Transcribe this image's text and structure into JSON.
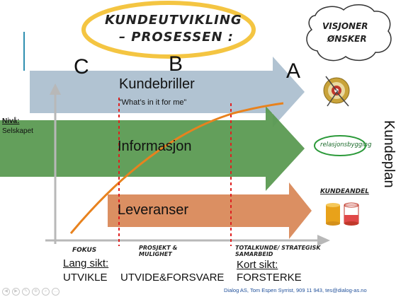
{
  "title": {
    "line1": "KUNDEUTVIKLING",
    "line2": "– PROSESSEN :"
  },
  "vision_cloud": {
    "line1": "VISJONER",
    "line2": "ØNSKER"
  },
  "phases": {
    "c": "C",
    "b": "B",
    "a": "A"
  },
  "level": {
    "label": "Nivå:",
    "value": "Selskapet"
  },
  "arrows": [
    {
      "label": "Kundebriller",
      "sublabel": "”What’s in it for me”",
      "color": "#a9bccd"
    },
    {
      "label": "Informasjon",
      "color": "#5b9a52"
    },
    {
      "label": "Leveranser",
      "color": "#d9895a"
    }
  ],
  "right_vertical": "Kundeplan",
  "icons": {
    "relation_badge": "relasjonsbygging",
    "share_label": "KUNDEANDEL"
  },
  "axis_labels": {
    "fokus": "FOKUS",
    "prosjekt": "PROSJEKT & MULIGHET",
    "totalkunde": "TOTALKUNDE/ STRATEGISK SAMARBEID"
  },
  "bottom": {
    "lang_sikt": "Lang sikt:",
    "utvikle": "UTVIKLE",
    "utvide": "UTVIDE&FORSVARE",
    "kort_sikt": "Kort sikt:",
    "forsterke": "FORSTERKE"
  },
  "footer": "Dialog AS, Tom Espen Syrrist, 909 11 943, tes@dialog-as.no",
  "colors": {
    "title_ellipse": "#f4c542",
    "dashed_line": "#e02020",
    "curve": "#e8821e",
    "axis": "#b8b8b8"
  }
}
